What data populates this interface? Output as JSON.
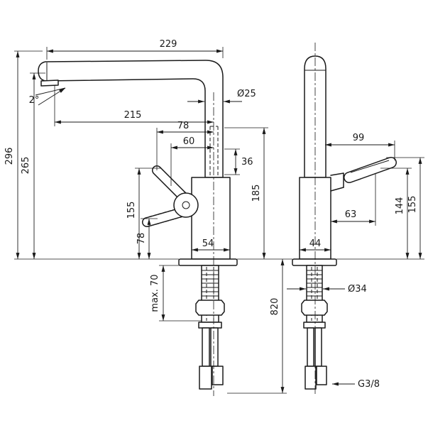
{
  "meta": {
    "background": "#ffffff",
    "line_color": "#1a1a1a"
  },
  "left_view": {
    "labels": {
      "l229": "229",
      "l215": "215",
      "l78_top": "78",
      "l60": "60",
      "l36": "36",
      "l25": "Ø25",
      "l2deg": "2°",
      "l296": "296",
      "l265": "265",
      "l155": "155",
      "l78_side": "78",
      "l54": "54",
      "lmax70": "max. 70",
      "l185": "185",
      "l820": "820"
    }
  },
  "right_view": {
    "labels": {
      "r99": "99",
      "r63": "63",
      "r144": "144",
      "r155": "155",
      "r44": "44",
      "r34": "Ø34",
      "rg38": "G3/8"
    }
  }
}
